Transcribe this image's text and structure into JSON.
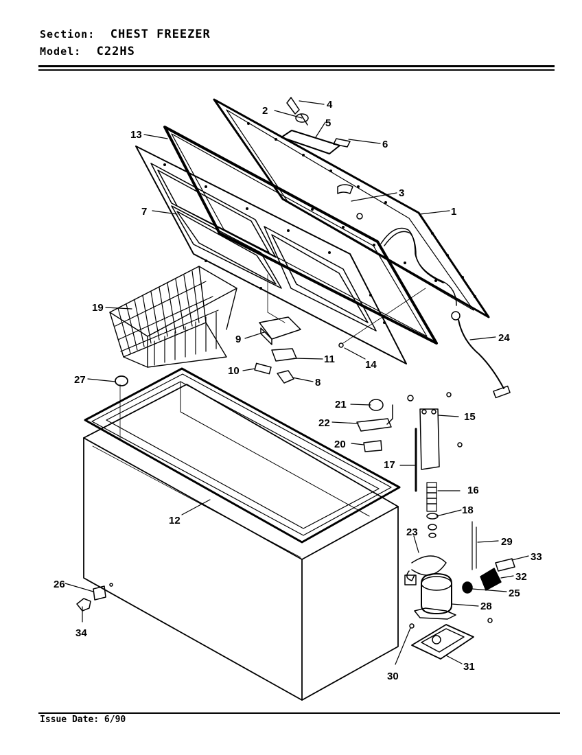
{
  "header": {
    "section_label": "Section:",
    "section_value": "CHEST FREEZER",
    "model_label": "Model:",
    "model_value": "C22HS"
  },
  "footer": {
    "issue_date": "Issue Date: 6/90"
  },
  "callouts": [
    {
      "id": "c1",
      "label": "1"
    },
    {
      "id": "c2",
      "label": "2"
    },
    {
      "id": "c3",
      "label": "3"
    },
    {
      "id": "c4",
      "label": "4"
    },
    {
      "id": "c5",
      "label": "5"
    },
    {
      "id": "c6",
      "label": "6"
    },
    {
      "id": "c7",
      "label": "7"
    },
    {
      "id": "c8",
      "label": "8"
    },
    {
      "id": "c9",
      "label": "9"
    },
    {
      "id": "c10",
      "label": "10"
    },
    {
      "id": "c11",
      "label": "11"
    },
    {
      "id": "c12",
      "label": "12"
    },
    {
      "id": "c13",
      "label": "13"
    },
    {
      "id": "c14",
      "label": "14"
    },
    {
      "id": "c15",
      "label": "15"
    },
    {
      "id": "c16",
      "label": "16"
    },
    {
      "id": "c17",
      "label": "17"
    },
    {
      "id": "c18",
      "label": "18"
    },
    {
      "id": "c19",
      "label": "19"
    },
    {
      "id": "c20",
      "label": "20"
    },
    {
      "id": "c21",
      "label": "21"
    },
    {
      "id": "c22",
      "label": "22"
    },
    {
      "id": "c23",
      "label": "23"
    },
    {
      "id": "c24",
      "label": "24"
    },
    {
      "id": "c25",
      "label": "25"
    },
    {
      "id": "c26",
      "label": "26"
    },
    {
      "id": "c27",
      "label": "27"
    },
    {
      "id": "c28",
      "label": "28"
    },
    {
      "id": "c29",
      "label": "29"
    },
    {
      "id": "c30",
      "label": "30"
    },
    {
      "id": "c31",
      "label": "31"
    },
    {
      "id": "c32",
      "label": "32"
    },
    {
      "id": "c33",
      "label": "33"
    },
    {
      "id": "c34",
      "label": "34"
    }
  ]
}
